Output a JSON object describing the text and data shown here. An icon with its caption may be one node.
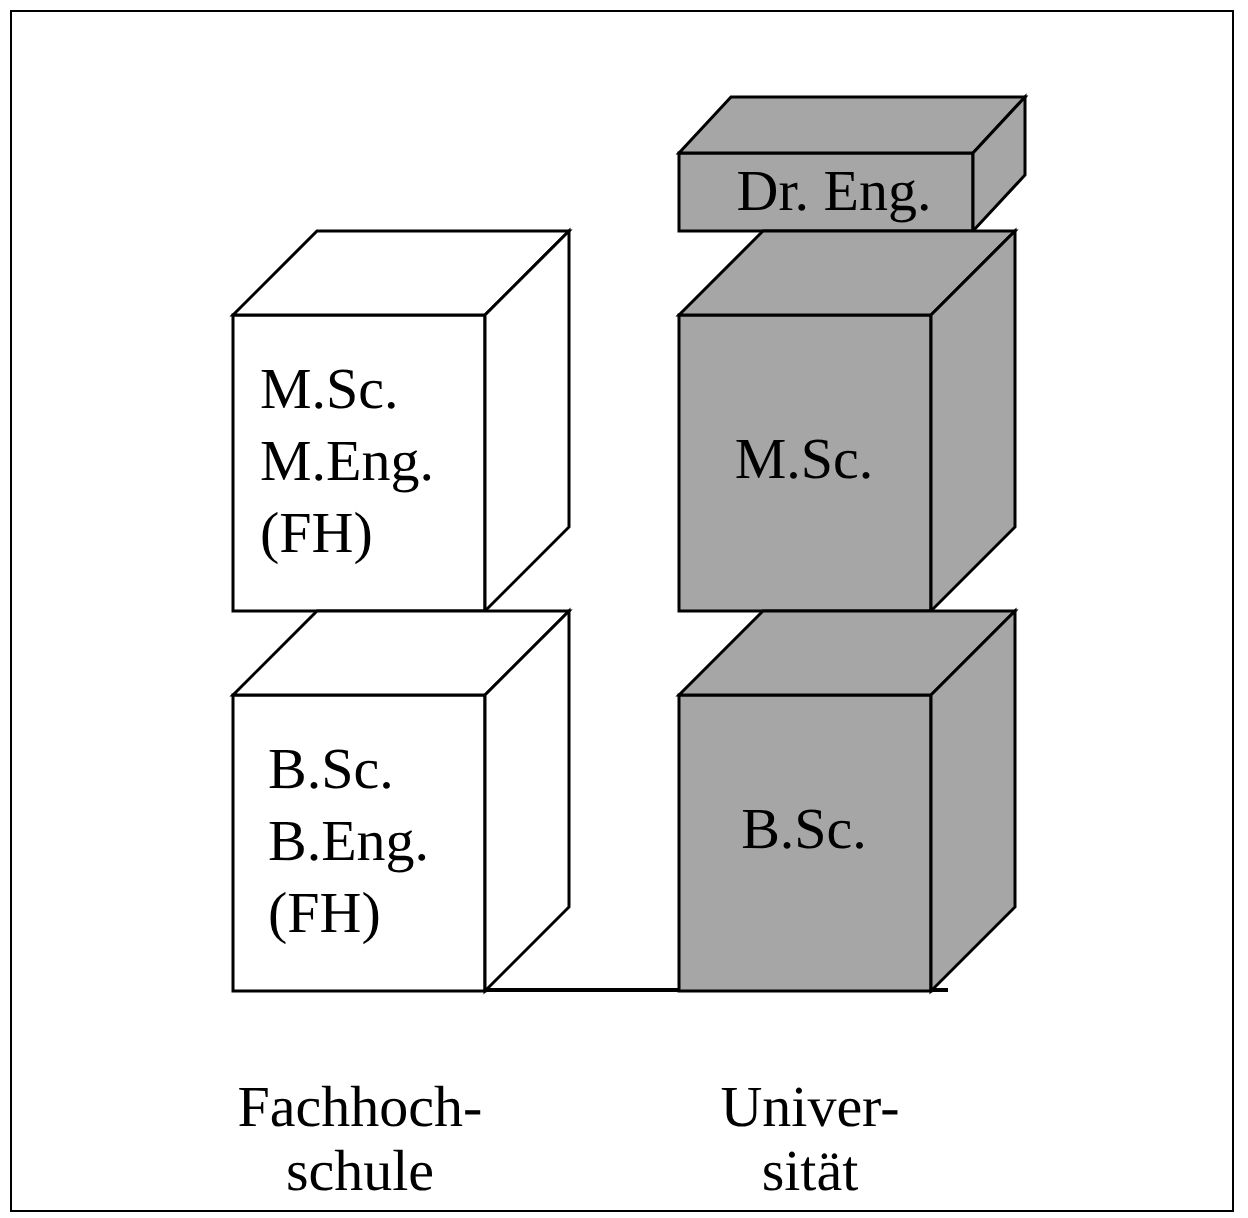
{
  "diagram": {
    "nodes": [
      {
        "text": [
          "Dr. Eng."
        ]
      },
      {
        "text": [
          "M.Sc. M.Eng. (FH)"
        ]
      },
      {
        "text": [
          "M.Sc."
        ]
      },
      {
        "text": [
          "B.Sc. B.Eng. (FH)"
        ]
      },
      {
        "text": [
          "B.Sc."
        ]
      }
    ],
    "edges": [
      {
        "from": 3,
        "to": 4,
        "arrow": "none"
      }
    ],
    "labels": [
      "Fachhoch- schule",
      "Univer- sität"
    ]
  }
}
